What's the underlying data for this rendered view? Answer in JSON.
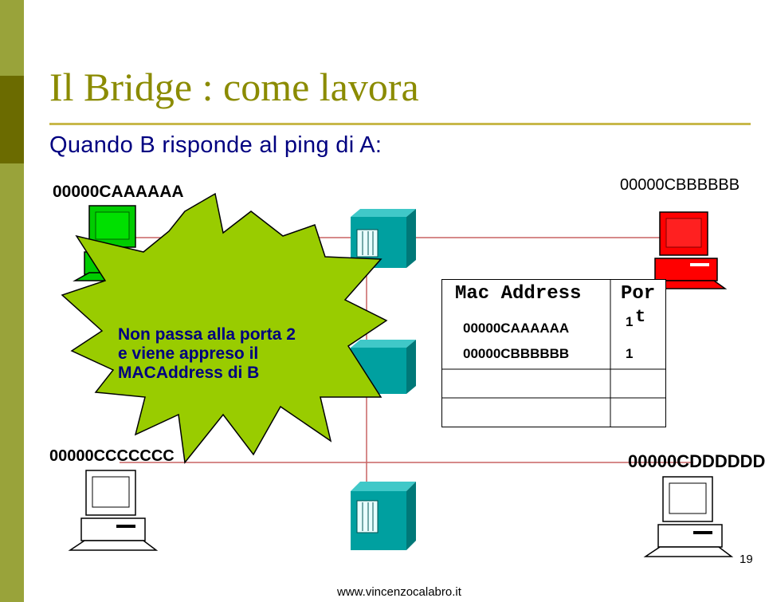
{
  "slide": {
    "title": "Il Bridge : come lavora",
    "subtitle": "Quando B risponde al ping di A:",
    "page_number": "19",
    "footer_url": "www.vincenzocalabro.it"
  },
  "hosts": {
    "a": {
      "mac": "00000CAAAAAA",
      "color": "#00cc00"
    },
    "b": {
      "mac": "00000CBBBBBB",
      "color": "#ff0000"
    },
    "c": {
      "mac": "00000CCCCCCC",
      "color": "#ffffff"
    },
    "d": {
      "mac": "00000CDDDDDD",
      "color": "#ffffff"
    }
  },
  "callout": {
    "lines": [
      "Non passa alla porta 2",
      "e viene appreso il",
      "MACAddress di B"
    ],
    "color": "#99cc00"
  },
  "bridge_table": {
    "headers": {
      "mac": "Mac Address",
      "port_a": "Por",
      "port_b": "t"
    },
    "rows": [
      {
        "mac": "00000CAAAAAA",
        "port": "1"
      },
      {
        "mac": "00000CBBBBBB",
        "port": "1"
      }
    ]
  },
  "colors": {
    "title": "#8b8b00",
    "subtitle": "#000080",
    "left_bar": [
      "#999933",
      "#666600"
    ],
    "hub": "#00a0a0"
  }
}
